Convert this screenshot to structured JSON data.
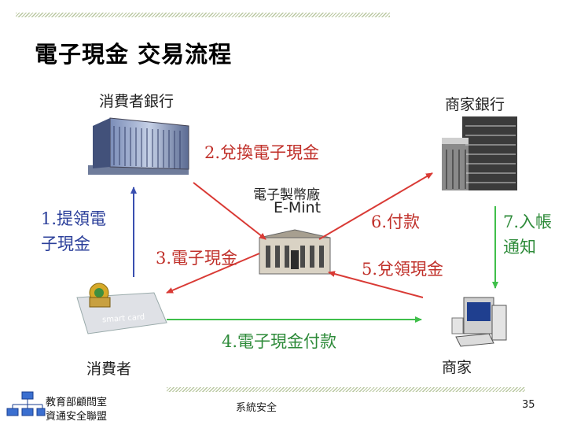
{
  "title": "電子現金 交易流程",
  "nodes": {
    "consumer_bank": "消費者銀行",
    "merchant_bank": "商家銀行",
    "mint_name": "電子製幣廠",
    "mint_en": "E-Mint",
    "consumer": "消費者",
    "merchant": "商家",
    "smart_card_text": "smart card"
  },
  "steps": {
    "s1_line1": "1.提領電",
    "s1_line2": "子現金",
    "s2": "2.兌換電子現金",
    "s3": "3.電子現金",
    "s4": "4.電子現金付款",
    "s5": "5.兌領現金",
    "s6": "6.付款",
    "s7_line1": "7.入帳",
    "s7_line2": "通知"
  },
  "footer": {
    "org_line1": "教育部顧問室",
    "org_line2": "資通安全聯盟",
    "center": "系統安全",
    "page": "35"
  },
  "colors": {
    "red_arrow": "#d93a35",
    "green_arrow": "#3fbf4a",
    "blue_arrow": "#3a4fb0"
  }
}
